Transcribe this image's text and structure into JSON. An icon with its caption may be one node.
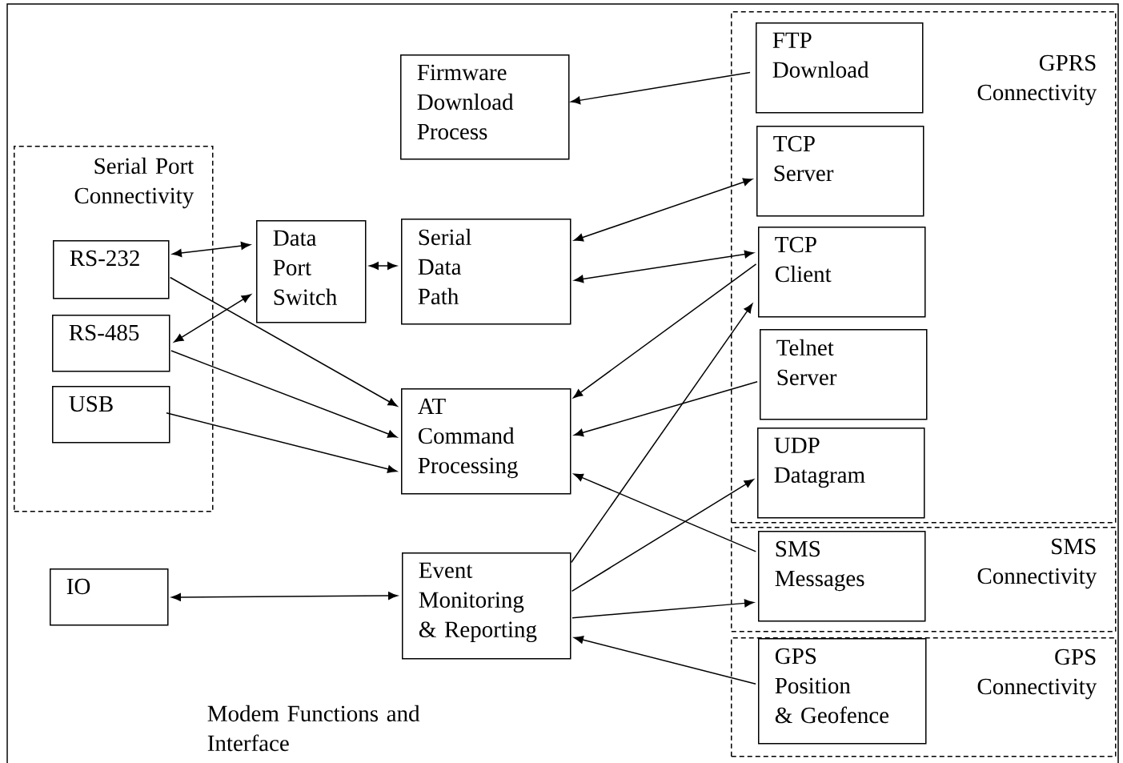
{
  "diagram": {
    "caption": "Modem Functions and Interface",
    "nodes": [
      {
        "text": [
          "GPRS Connectivity"
        ]
      },
      {
        "text": [
          "FTP Download"
        ],
        "in": 0
      },
      {
        "text": [
          "Firmware Download Process"
        ]
      },
      {
        "text": [
          "Serial Port Connectivity"
        ]
      },
      {
        "text": [
          "TCP Server"
        ],
        "in": 0
      },
      {
        "text": [
          "RS-232"
        ],
        "in": 3
      },
      {
        "text": [
          "Data Port Switch"
        ]
      },
      {
        "text": [
          "Serial Data Path"
        ]
      },
      {
        "text": [
          "TCP Client"
        ],
        "in": 0
      },
      {
        "text": [
          "RS-485"
        ],
        "in": 3
      },
      {
        "text": [
          "Telnet Server"
        ],
        "in": 0
      },
      {
        "text": [
          "USB"
        ],
        "in": 3
      },
      {
        "text": [
          "AT Command Processing"
        ]
      },
      {
        "text": [
          "UDP Datagram"
        ],
        "in": 0
      },
      {
        "text": [
          "IO"
        ]
      },
      {
        "text": [
          "Event Monitoring & Reporting"
        ]
      },
      {
        "text": [
          "SMS Connectivity"
        ]
      },
      {
        "text": [
          "SMS Messages"
        ],
        "in": 16
      },
      {
        "text": [
          "GPS Connectivity"
        ]
      },
      {
        "text": [
          "GPS Position & Geofence"
        ],
        "in": 18
      }
    ],
    "edges": [
      {
        "from": 1,
        "to": 2,
        "arrow": "to"
      },
      {
        "from": 5,
        "to": 6,
        "arrow": "both"
      },
      {
        "from": 9,
        "to": 6,
        "arrow": "both"
      },
      {
        "from": 6,
        "to": 7,
        "arrow": "both"
      },
      {
        "from": 7,
        "to": 4,
        "arrow": "both"
      },
      {
        "from": 7,
        "to": 8,
        "arrow": "both"
      },
      {
        "from": 5,
        "to": 12,
        "arrow": "to"
      },
      {
        "from": 9,
        "to": 12,
        "arrow": "to"
      },
      {
        "from": 11,
        "to": 12,
        "arrow": "to"
      },
      {
        "from": 8,
        "to": 12,
        "arrow": "to"
      },
      {
        "from": 10,
        "to": 12,
        "arrow": "to"
      },
      {
        "from": 17,
        "to": 12,
        "arrow": "to"
      },
      {
        "from": 15,
        "to": 8,
        "arrow": "to"
      },
      {
        "from": 15,
        "to": 13,
        "arrow": "to"
      },
      {
        "from": 15,
        "to": 17,
        "arrow": "to"
      },
      {
        "from": 19,
        "to": 15,
        "arrow": "to"
      },
      {
        "from": 14,
        "to": 15,
        "arrow": "both"
      }
    ]
  }
}
